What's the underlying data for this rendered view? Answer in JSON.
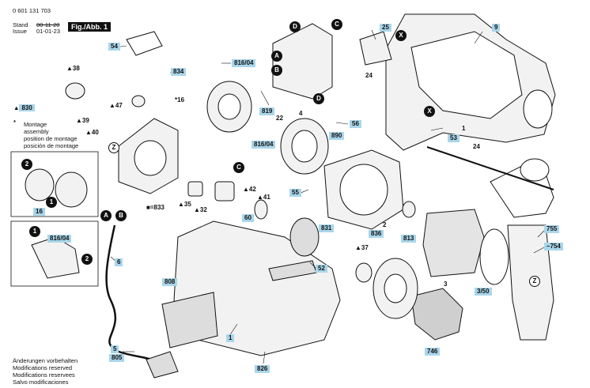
{
  "header": {
    "doc_number": "0 601 131 703",
    "stand_label": "Stand",
    "issue_label": "Issue",
    "date_old": "00-11-20",
    "date_new": "01-01-23",
    "fig_label": "Fig./Abb. 1"
  },
  "legend": {
    "marker_symbol": "▲",
    "marker_part": "830",
    "asterisk_symbol": "*",
    "asterisk_lines": [
      "Montage",
      "assembly",
      "position de montage",
      "posición de montage"
    ]
  },
  "circle_markers": {
    "A": "A",
    "B": "B",
    "C": "C",
    "D": "D",
    "X": "X",
    "Z": "Z",
    "one": "1",
    "two": "2"
  },
  "part_numbers": {
    "p1": "1",
    "p2": "2",
    "p3": "3",
    "p3_50": "3/50",
    "p4": "4",
    "p5": "5",
    "p6": "6",
    "p9": "9",
    "p16": "16",
    "p16_inset": "16",
    "p22": "22",
    "p24a": "24",
    "p24b": "24",
    "p25": "25",
    "p32": "32",
    "p35": "35",
    "p37": "37",
    "p38": "38",
    "p39": "39",
    "p40": "40",
    "p41": "41",
    "p42": "42",
    "p47": "47",
    "p52": "52",
    "p53": "53",
    "p54": "54",
    "p55": "55",
    "p56": "56",
    "p60": "60",
    "p746": "746",
    "p754": "754",
    "p755": "755",
    "p805": "805",
    "p808": "808",
    "p813": "813",
    "p816a": "816/04",
    "p816b": "816/04",
    "p816c": "816/04",
    "p819": "819",
    "p826": "826",
    "p831": "831",
    "p833": "833",
    "p834": "834",
    "p836": "836",
    "p890": "890"
  },
  "footer": {
    "lines": [
      "Änderungen vorbehalten",
      "Modifications reserved",
      "Modifications reservees",
      "Salvo modificaciones"
    ]
  },
  "colors": {
    "tag_fill": "#a9d6ea",
    "line": "#111111",
    "part_fill": "#f2f2f2",
    "shade": "#cfcfcf"
  }
}
